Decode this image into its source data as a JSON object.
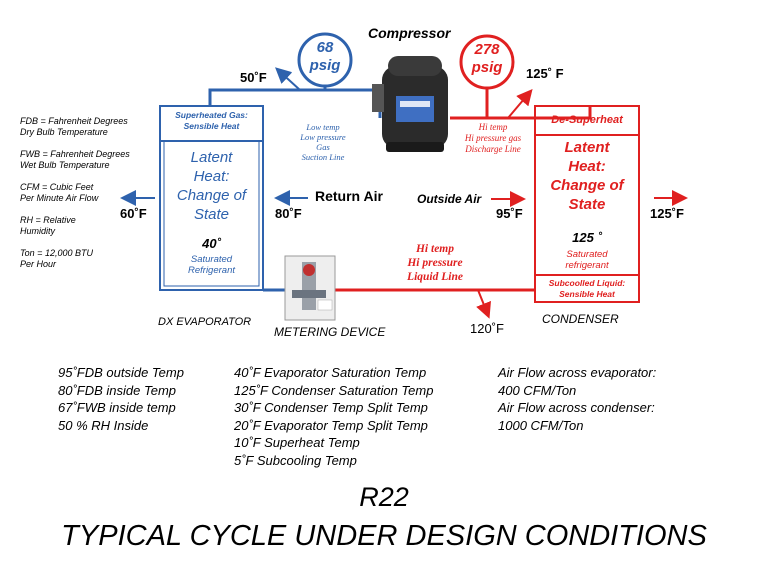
{
  "compressor": {
    "label": "Compressor"
  },
  "gauges": {
    "suction": {
      "value": "68",
      "unit": "psig"
    },
    "discharge": {
      "value": "278",
      "unit": "psig"
    }
  },
  "temps": {
    "suction_line": "50˚F",
    "discharge_line": "125˚ F",
    "supply_air": "60˚F",
    "return_air": "80˚F",
    "outside_air": "95˚F",
    "condenser_leaving": "125˚F",
    "liquid_line": "120˚F"
  },
  "lines": {
    "suction": [
      "Low temp",
      "Low pressure",
      "Gas",
      "Suction Line"
    ],
    "discharge": [
      "Hi temp",
      "Hi pressure gas",
      "Discharge Line"
    ],
    "liquid": [
      "Hi temp",
      "Hi pressure",
      "Liquid Line"
    ]
  },
  "evaporator": {
    "superheat_label": [
      "Superheated Gas:",
      "Sensible Heat"
    ],
    "latent_label": [
      "Latent",
      "Heat:",
      "Change of",
      "State"
    ],
    "temp": "40˚",
    "saturated": [
      "Saturated",
      "Refrigerant"
    ],
    "name": "DX EVAPORATOR"
  },
  "condenser": {
    "desuperheat_label": "De-Superheat",
    "latent_label": [
      "Latent",
      "Heat:",
      "Change of",
      "State"
    ],
    "temp": "125 ˚",
    "saturated": [
      "Saturated",
      "refrigerant"
    ],
    "subcooled": [
      "Subcoolled Liquid:",
      "Sensible Heat"
    ],
    "name": "CONDENSER"
  },
  "air": {
    "return_label": "Return Air",
    "outside_label": "Outside Air"
  },
  "metering": {
    "label": "METERING DEVICE"
  },
  "legend": [
    "FDB = Fahrenheit Degrees",
    "Dry Bulb Temperature",
    "",
    "FWB =  Fahrenheit Degrees",
    "Wet Bulb Temperature",
    "",
    "CFM = Cubic Feet",
    "Per Minute  Air Flow",
    "",
    "RH = Relative",
    "Humidity",
    "",
    "Ton = 12,000 BTU",
    "Per Hour"
  ],
  "conditions": {
    "col1": [
      "95˚FDB outside Temp",
      "80˚FDB inside Temp",
      "67˚FWB inside temp",
      "50 % RH Inside"
    ],
    "col2": [
      "40˚F Evaporator Saturation Temp",
      "125˚F Condenser  Saturation Temp",
      "30˚F Condenser Temp Split Temp",
      "20˚F Evaporator Temp Split Temp",
      "10˚F Superheat Temp",
      "5˚F Subcooling Temp"
    ],
    "col3": [
      "Air Flow across evaporator:",
      "400 CFM/Ton",
      "Air Flow across condenser:",
      "1000 CFM/Ton"
    ]
  },
  "title": {
    "line1": "R22",
    "line2": "TYPICAL CYCLE UNDER DESIGN CONDITIONS"
  },
  "colors": {
    "low_side": "#2e62ad",
    "high_side": "#e02020"
  }
}
